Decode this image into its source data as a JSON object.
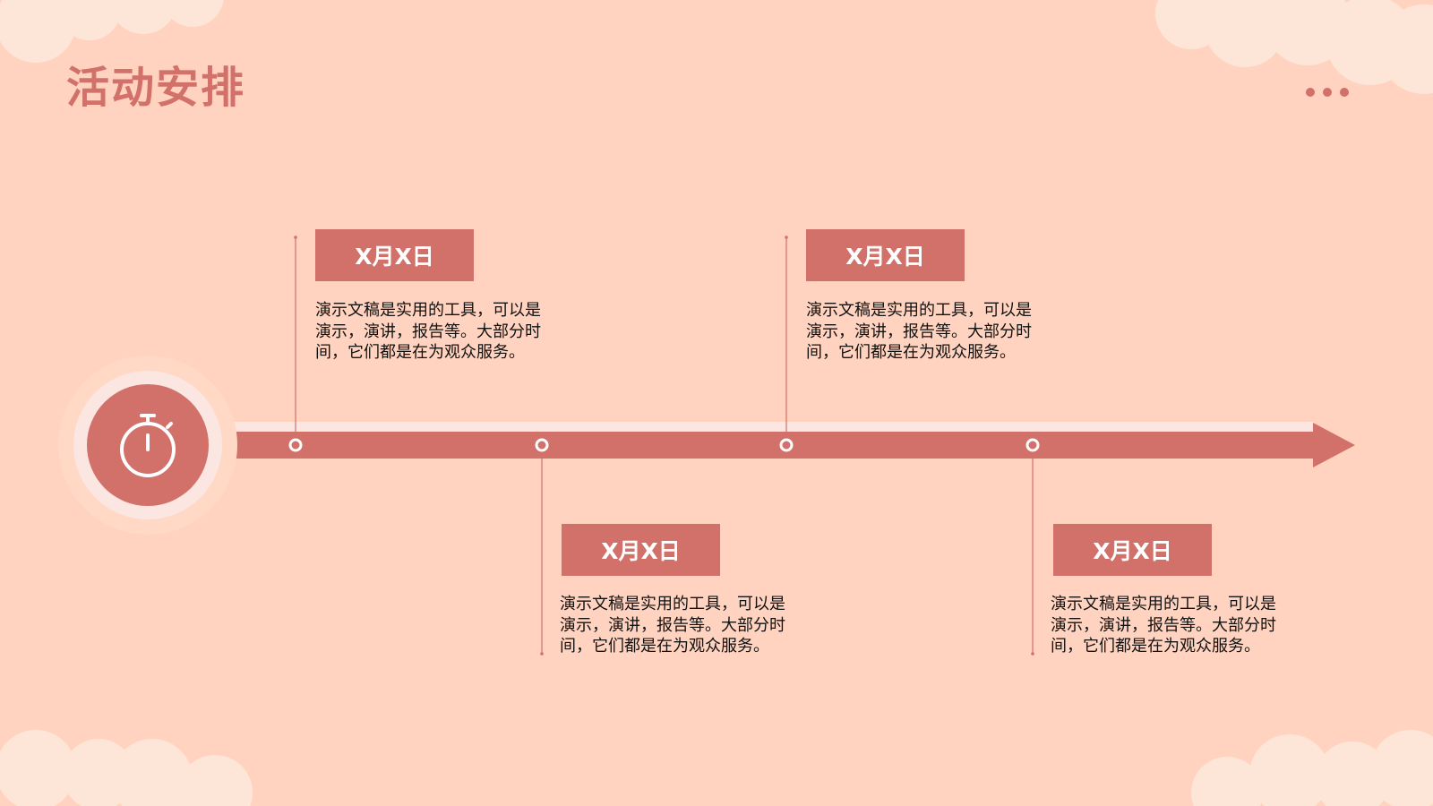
{
  "title": "活动安排",
  "colors": {
    "background": "#ffd3bf",
    "accent": "#d2716a",
    "halo": "#fbe6e1",
    "cloud": "#fde6d7"
  },
  "icons": {
    "timer": "stopwatch-icon",
    "more": "more-dots-icon"
  },
  "events": [
    {
      "date": "X月X日",
      "text": "演示文稿是实用的工具，可以是演示，演讲，报告等。大部分时间，它们都是在为观众服务。"
    },
    {
      "date": "X月X日",
      "text": "演示文稿是实用的工具，可以是演示，演讲，报告等。大部分时间，它们都是在为观众服务。"
    },
    {
      "date": "X月X日",
      "text": "演示文稿是实用的工具，可以是演示，演讲，报告等。大部分时间，它们都是在为观众服务。"
    },
    {
      "date": "X月X日",
      "text": "演示文稿是实用的工具，可以是演示，演讲，报告等。大部分时间，它们都是在为观众服务。"
    }
  ]
}
